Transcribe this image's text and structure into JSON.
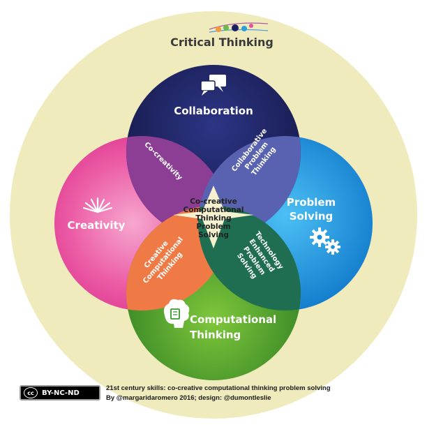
{
  "diagram": {
    "outer_label": "Critical Thinking",
    "circles": {
      "collaboration": "Collaboration",
      "creativity": "Creativity",
      "problem_solving": [
        "Problem",
        "Solving"
      ],
      "computational_thinking": [
        "Computational",
        "Thinking"
      ]
    },
    "overlaps": {
      "co_creativity": "Co-creativity",
      "collaborative_problem_thinking": [
        "Collaborative",
        "Problem",
        "Thinking"
      ],
      "creative_computational_thinking": [
        "Creative",
        "Computational",
        "Thinking"
      ],
      "technology_enhanced_problem_solving": [
        "Technology",
        "Enhanced",
        "Problem",
        "Solving"
      ]
    },
    "center": [
      "Co-creative",
      "Computational",
      "Thinking",
      "Problem",
      "Solving"
    ],
    "colors": {
      "outer": "#efebbd",
      "collaboration": "#1b1f5e",
      "creativity": "#e64e9c",
      "problem_solving": "#1a8fdc",
      "computational_thinking": "#3a9a2e",
      "center_star": "#f6f1cf"
    },
    "icons": [
      "chat-bubbles-icon",
      "sunburst-icon",
      "gears-icon",
      "brain-icon",
      "colored-dots-icon"
    ]
  },
  "footer": {
    "license": "BY-NC-ND",
    "license_logo": "cc",
    "credit_line1": "21st century skills: co-creative computational thinking problem solving",
    "credit_line2": "By @margaridaromero 2016; design: @dumontleslie"
  }
}
